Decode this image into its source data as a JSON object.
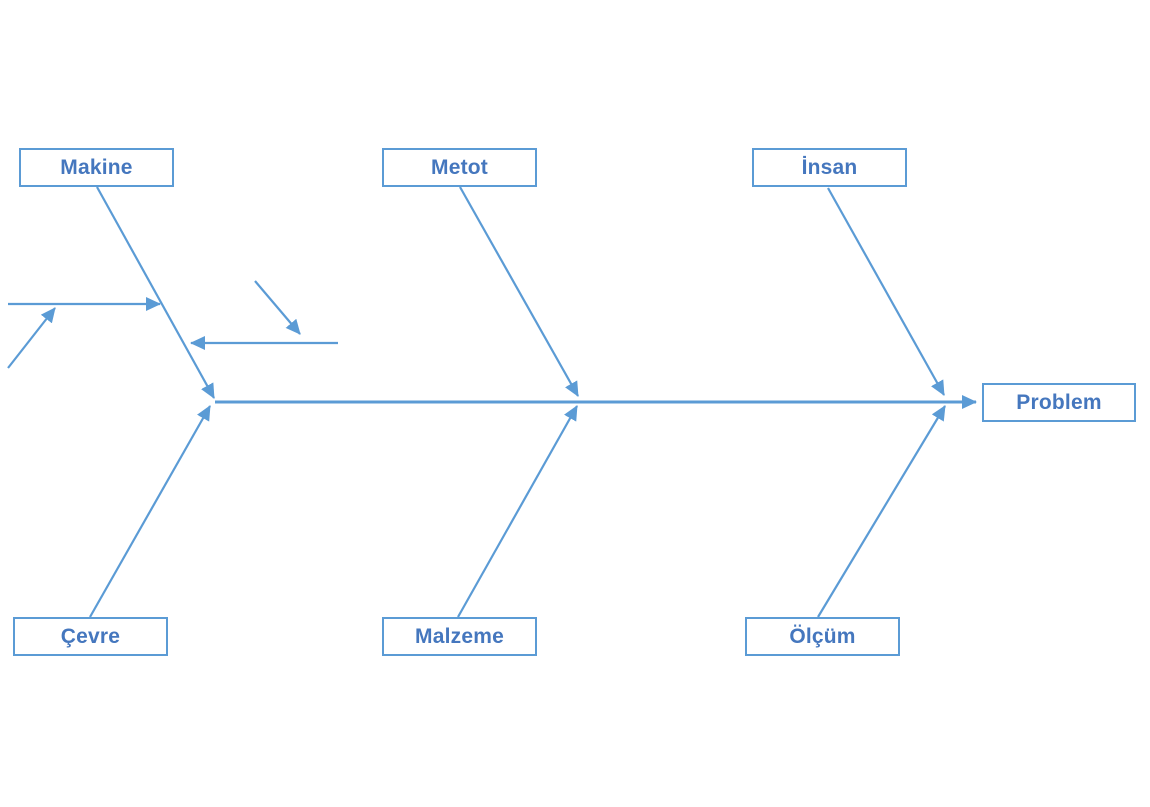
{
  "diagram": {
    "type": "fishbone",
    "effect": {
      "label": "Problem"
    },
    "top_categories": [
      {
        "id": "makine",
        "label": "Makine"
      },
      {
        "id": "metot",
        "label": "Metot"
      },
      {
        "id": "insan",
        "label": "İnsan"
      }
    ],
    "bottom_categories": [
      {
        "id": "cevre",
        "label": "Çevre"
      },
      {
        "id": "malzeme",
        "label": "Malzeme"
      },
      {
        "id": "olcum",
        "label": "Ölçüm"
      }
    ],
    "colors": {
      "line": "#5B9BD5",
      "text": "#4577BE",
      "box_fill": "#FFFFFF"
    }
  }
}
